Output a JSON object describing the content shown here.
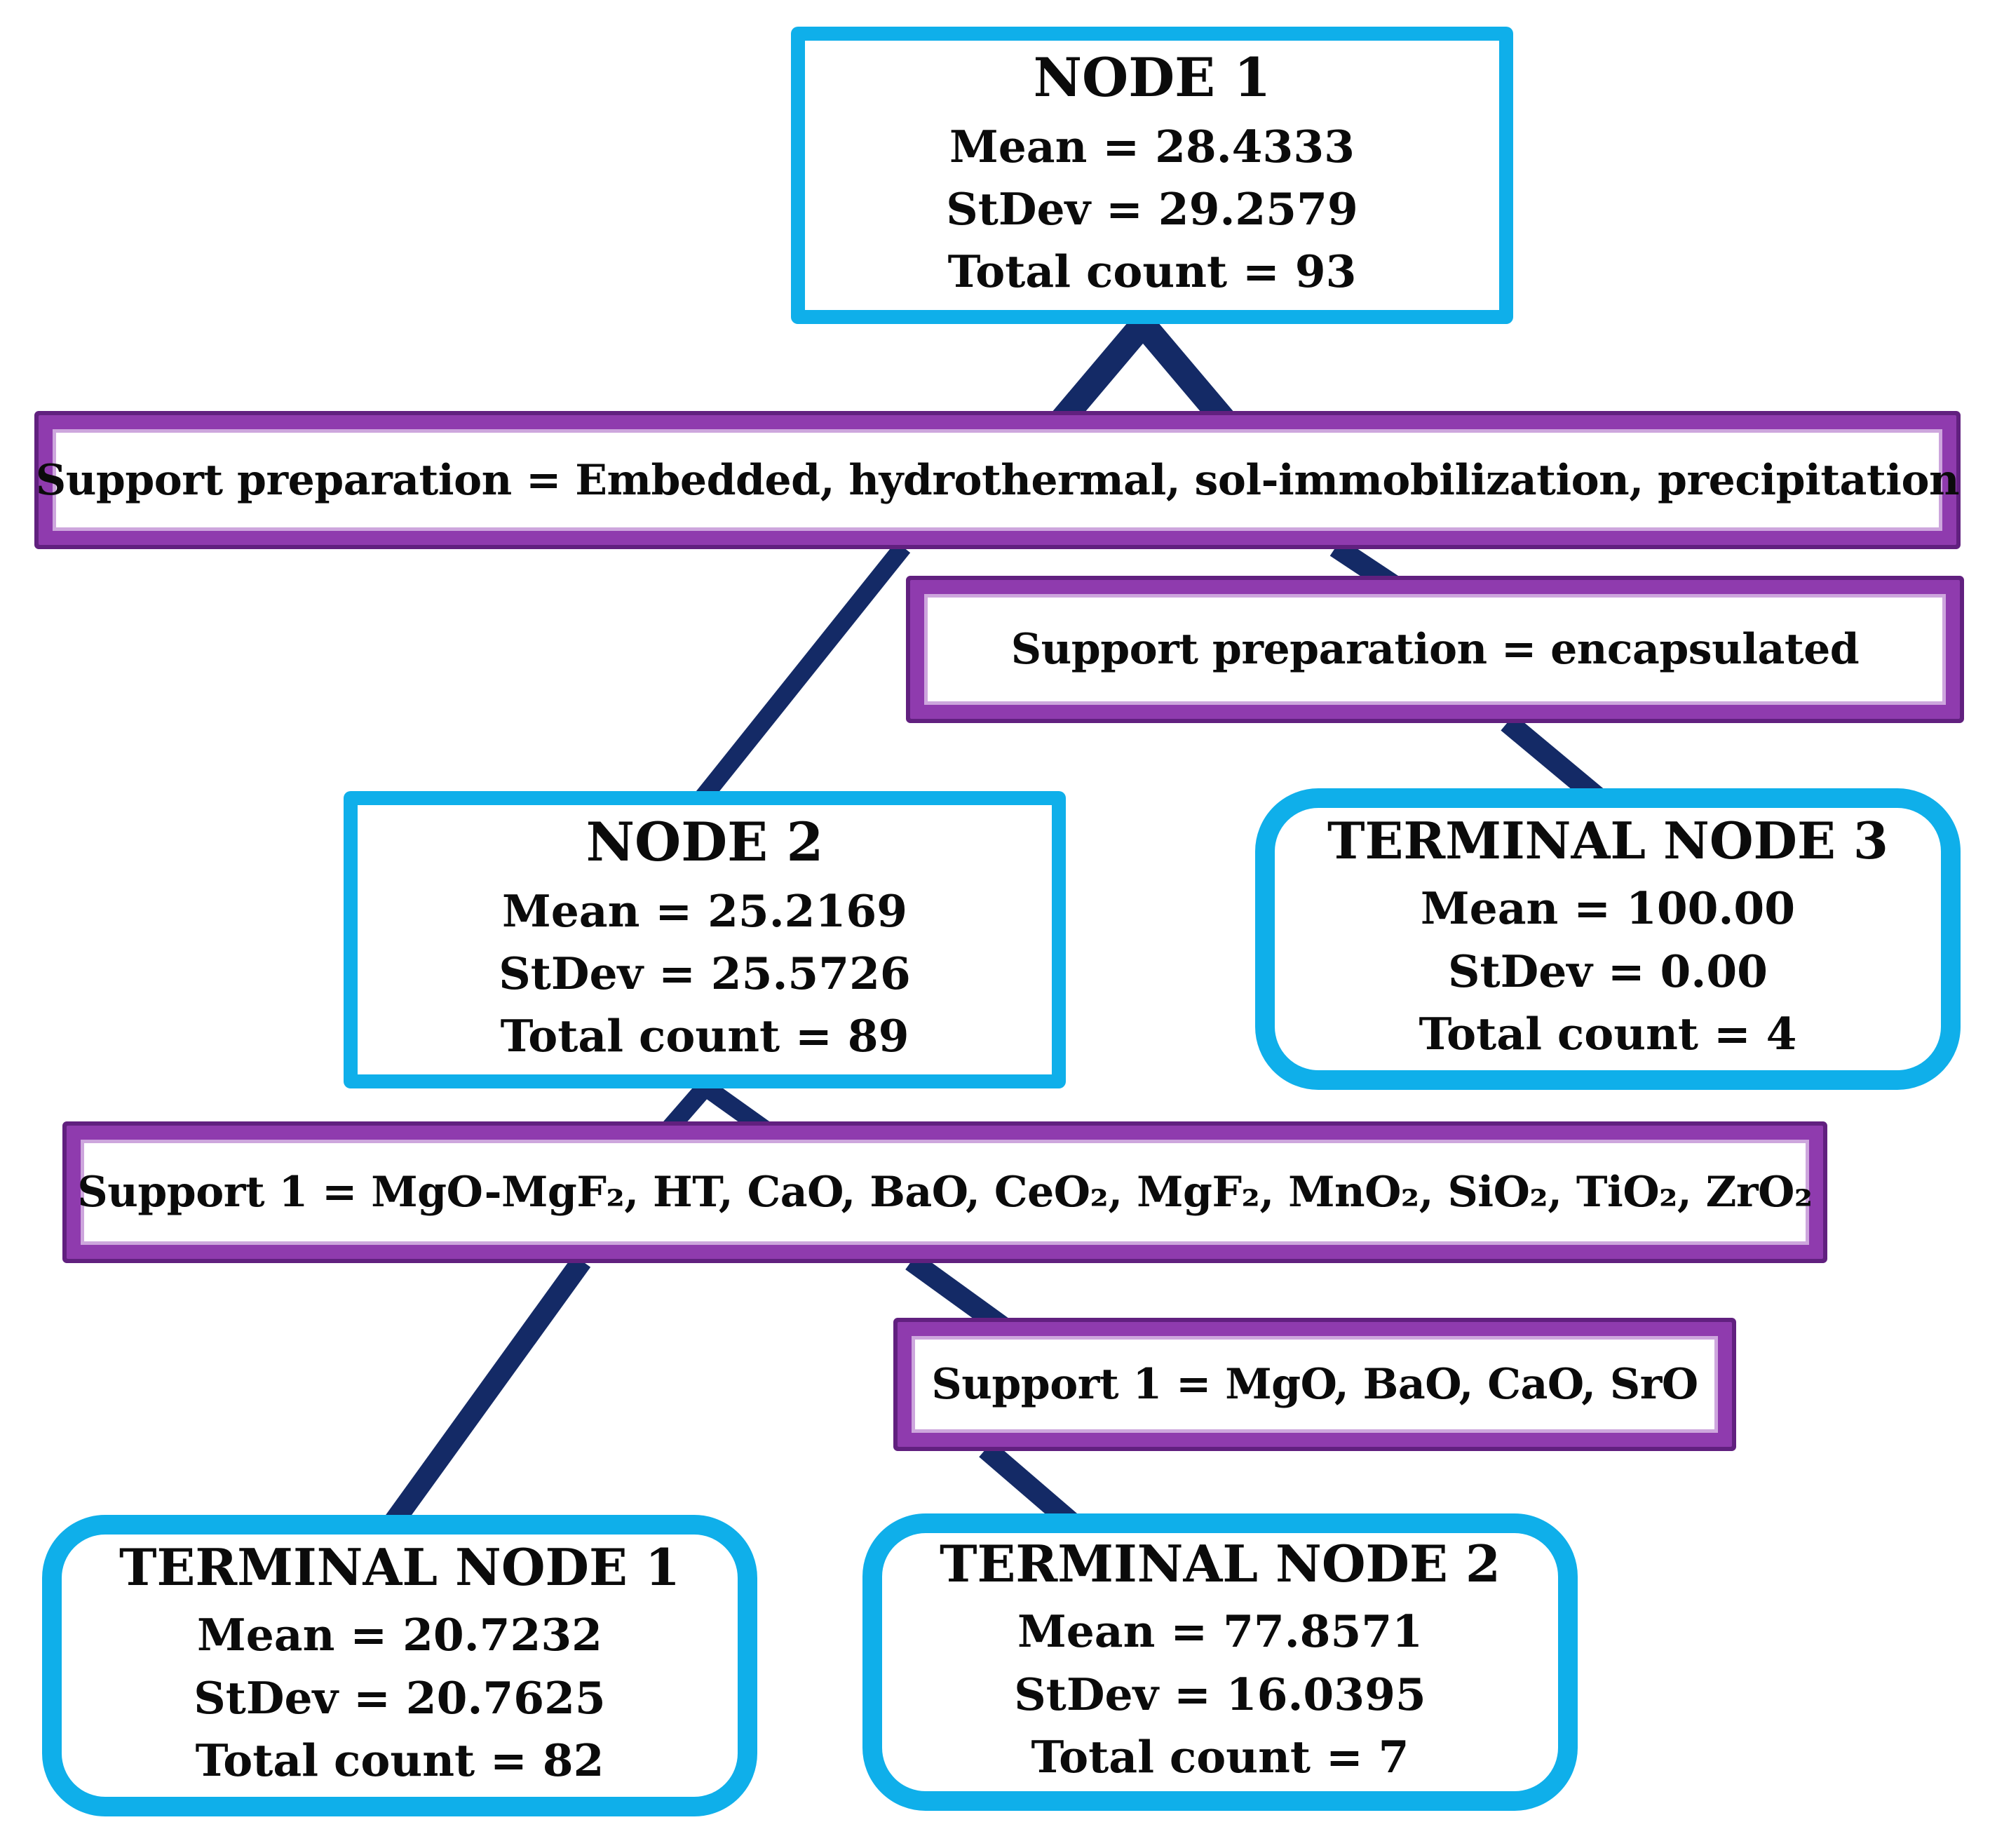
{
  "colors": {
    "node_border": "#0fafea",
    "split_main": "#8f3bae",
    "split_dark": "#61207f",
    "split_light": "#cda6dd",
    "connector": "#142a66",
    "ink": "#0b0b0b",
    "bg": "#ffffff"
  },
  "nodes": {
    "node1": {
      "title": "NODE 1",
      "mean": "Mean = 28.4333",
      "stdev": "StDev = 29.2579",
      "count": "Total count = 93"
    },
    "node2": {
      "title": "NODE 2",
      "mean": "Mean = 25.2169",
      "stdev": "StDev = 25.5726",
      "count": "Total count = 89"
    },
    "terminal3": {
      "title": "TERMINAL NODE 3",
      "mean": "Mean = 100.00",
      "stdev": "StDev = 0.00",
      "count": "Total count = 4"
    },
    "terminal1": {
      "title": "TERMINAL NODE 1",
      "mean": "Mean = 20.7232",
      "stdev": "StDev = 20.7625",
      "count": "Total count = 82"
    },
    "terminal2": {
      "title": "TERMINAL NODE 2",
      "mean": "Mean = 77.8571",
      "stdev": "StDev = 16.0395",
      "count": "Total count = 7"
    }
  },
  "splits": {
    "split1": {
      "label": "Support preparation = Embedded, hydrothermal, sol-immobilization, precipitation"
    },
    "split2": {
      "label": "Support preparation = encapsulated"
    },
    "split3": {
      "label": "Support 1 = MgO-MgF₂, HT, CaO, BaO, CeO₂, MgF₂, MnO₂, SiO₂, TiO₂, ZrO₂"
    },
    "split4": {
      "label": "Support 1 = MgO, BaO, CaO, SrO"
    }
  }
}
